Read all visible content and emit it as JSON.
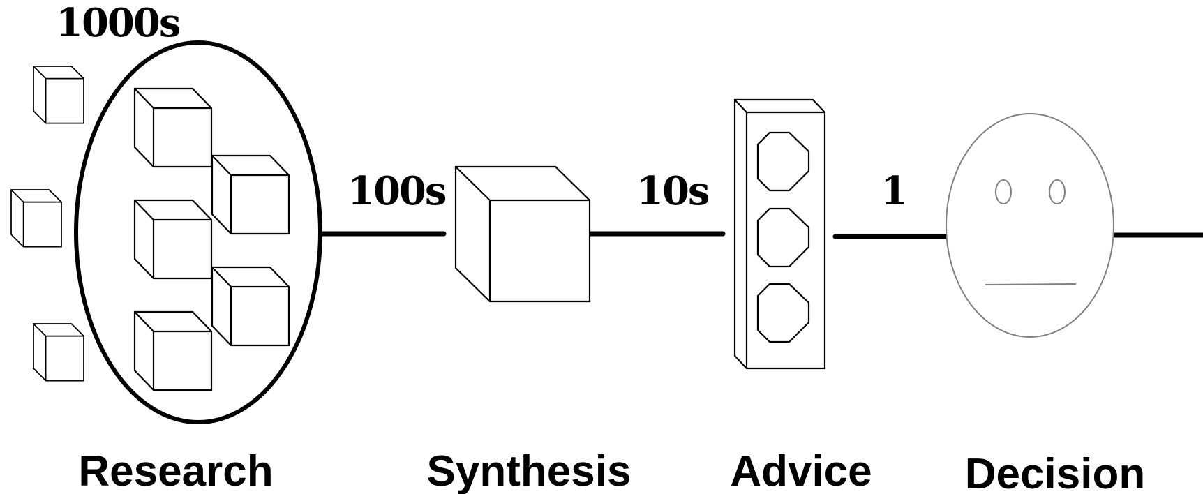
{
  "diagram": {
    "counts": {
      "research": "1000s",
      "synthesis": "100s",
      "advice": "10s",
      "decision": "1"
    },
    "stages": {
      "research": "Research",
      "synthesis": "Synthesis",
      "advice": "Advice",
      "decision": "Decision"
    }
  }
}
